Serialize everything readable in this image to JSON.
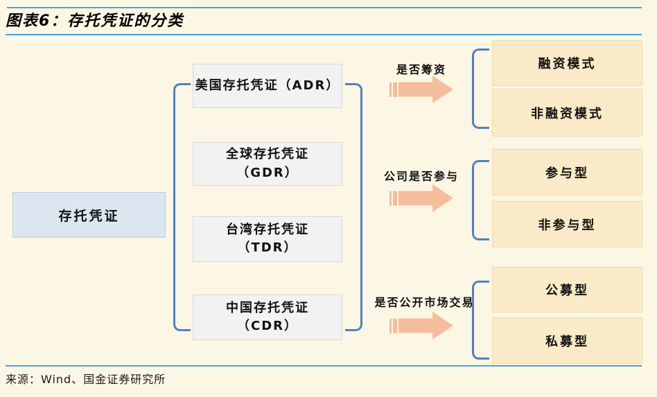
{
  "title": "图表6：存托凭证的分类",
  "source": "来源：Wind、国金证券研究所",
  "root": {
    "label": "存托凭证"
  },
  "dr_types": [
    {
      "line1": "美国存托凭证（ADR）",
      "line2": ""
    },
    {
      "line1": "全球存托凭证",
      "line2": "（GDR）"
    },
    {
      "line1": "台湾存托凭证",
      "line2": "（TDR）"
    },
    {
      "line1": "中国存托凭证",
      "line2": "（CDR）"
    }
  ],
  "classifications": [
    {
      "criterion": "是否筹资",
      "types": [
        "融资模式",
        "非融资模式"
      ]
    },
    {
      "criterion": "公司是否参与",
      "types": [
        "参与型",
        "非参与型"
      ]
    },
    {
      "criterion": "是否公开市场交易",
      "types": [
        "公募型",
        "私募型"
      ]
    }
  ],
  "colors": {
    "background": "#FCF6E4",
    "rule_blue": "#41A5D9",
    "bracket_blue": "#4F81BD",
    "root_box_fill": "#DCE6F1",
    "root_box_border": "#B9CDE1",
    "type_box_fill": "#F2F2F2",
    "type_box_border": "#D9D9D9",
    "outcome_box_fill": "#FBEAC7",
    "outcome_box_border": "#E9DAB0",
    "arrow_fill": "#F4BE9C",
    "text": "#111111"
  }
}
